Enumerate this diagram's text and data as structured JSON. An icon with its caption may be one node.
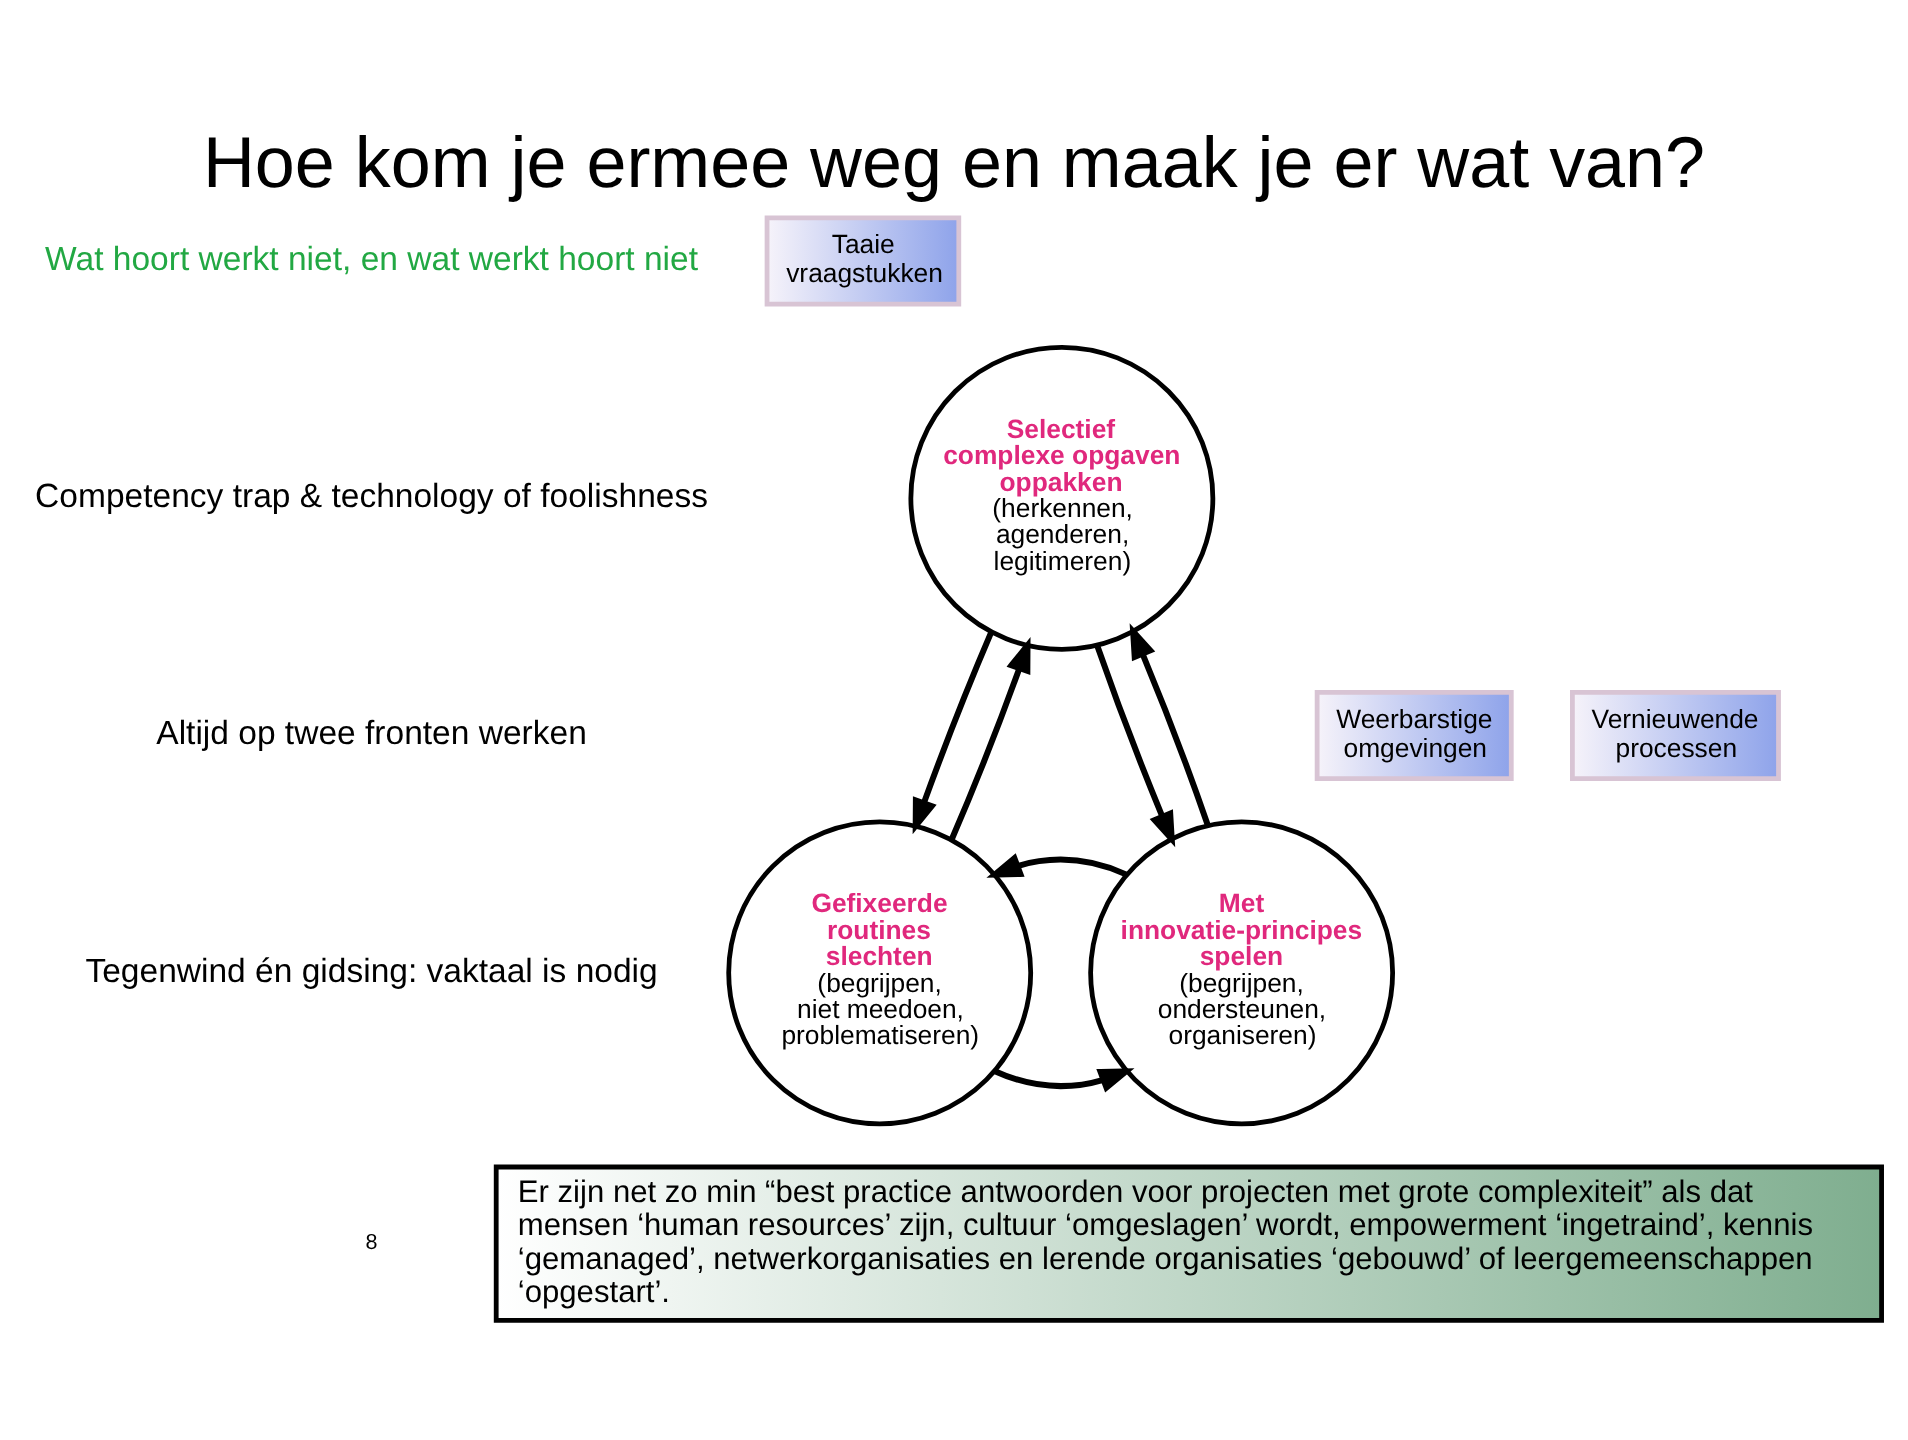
{
  "diagram": {
    "title": "Hoe kom je ermee weg en maak je er wat van?",
    "nodes": [
      {
        "text": [
          "Taaie vraagstukken"
        ]
      },
      {
        "text": [
          "Selectief complexe opgaven oppakken",
          "(herkennen, agenderen, legitimeren)"
        ]
      },
      {
        "text": [
          "Weerbarstige omgevingen"
        ]
      },
      {
        "text": [
          "Vernieuwende processen"
        ]
      },
      {
        "text": [
          "Gefixeerde routines slechten",
          "(begrijpen, niet meedoen, problematiseren)"
        ]
      },
      {
        "text": [
          "Met innovatie-principes spelen",
          "(begrijpen, ondersteunen, organiseren)"
        ]
      },
      {
        "text": [
          "Er zijn net zo min “best practice antwoorden voor projecten met grote complexiteit” als dat mensen ‘human resources’ zijn, cultuur ‘omgeslagen’ wordt, empowerment ‘ingetraind’, kennis ‘gemanaged’, netwerkorganisaties en lerende organisaties ‘gebouwd’ of leergemeenschappen ‘opgestart’."
        ]
      }
    ],
    "edges": [
      {
        "from": 1,
        "to": 4,
        "arrow": "to"
      },
      {
        "from": 4,
        "to": 1,
        "arrow": "to"
      },
      {
        "from": 1,
        "to": 5,
        "arrow": "to"
      },
      {
        "from": 5,
        "to": 1,
        "arrow": "to"
      },
      {
        "from": 4,
        "to": 5,
        "arrow": "to"
      },
      {
        "from": 5,
        "to": 4,
        "arrow": "to"
      }
    ],
    "labels": [
      "Wat hoort werkt niet, en wat werkt hoort niet",
      "Competency trap & technology of foolishness",
      "Altijd op twee fronten werken",
      "Tegenwind én gidsing: vaktaal is nodig",
      "8"
    ]
  }
}
